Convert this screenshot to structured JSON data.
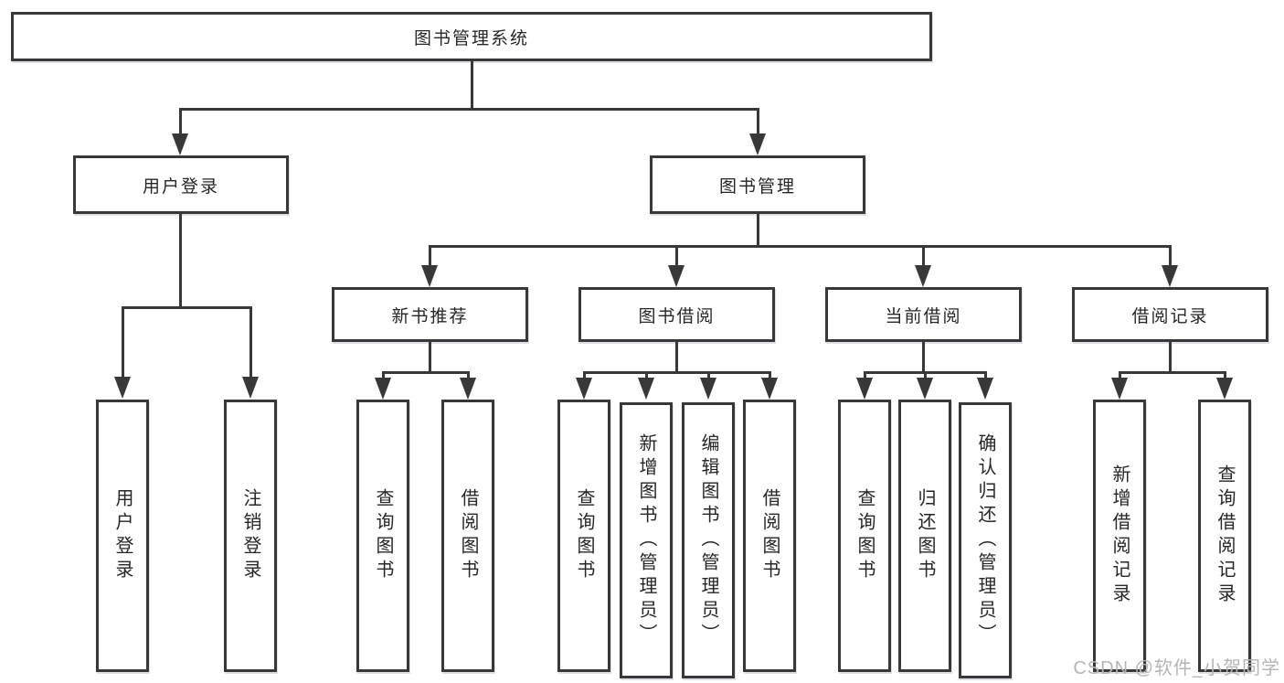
{
  "diagram": {
    "root": {
      "label": "图书管理系统"
    },
    "branches": {
      "user_login": {
        "label": "用户登录",
        "children": [
          {
            "label": "用户登录"
          },
          {
            "label": "注销登录"
          }
        ]
      },
      "book_mgmt": {
        "label": "图书管理",
        "sections": [
          {
            "label": "新书推荐",
            "children": [
              {
                "label": "查询图书"
              },
              {
                "label": "借阅图书"
              }
            ]
          },
          {
            "label": "图书借阅",
            "children": [
              {
                "label": "查询图书"
              },
              {
                "label": "新增图书（管理员）"
              },
              {
                "label": "编辑图书（管理员）"
              },
              {
                "label": "借阅图书"
              }
            ]
          },
          {
            "label": "当前借阅",
            "children": [
              {
                "label": "查询图书"
              },
              {
                "label": "归还图书"
              },
              {
                "label": "确认归还（管理员）"
              }
            ]
          },
          {
            "label": "借阅记录",
            "children": [
              {
                "label": "新增借阅记录"
              },
              {
                "label": "查询借阅记录"
              }
            ]
          }
        ]
      }
    },
    "colors": {
      "line": "#383838",
      "text": "#262626",
      "background": "#ffffff",
      "watermark": "#b5b5b5"
    }
  },
  "watermark": {
    "text": "CSDN @软件_小贺同学"
  }
}
